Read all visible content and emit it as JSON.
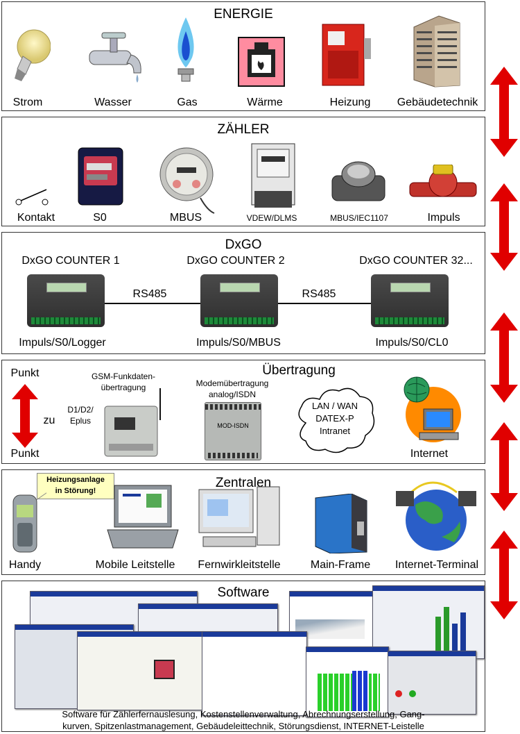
{
  "arrow_color": "#e00000",
  "energie": {
    "title": "ENERGIE",
    "items": [
      "Strom",
      "Wasser",
      "Gas",
      "Wärme",
      "Heizung",
      "Gebäudetechnik"
    ]
  },
  "zaehler": {
    "title": "ZÄHLER",
    "items": [
      "Kontakt",
      "S0",
      "MBUS",
      "VDEW/DLMS",
      "MBUS/IEC1107",
      "Impuls"
    ]
  },
  "dxgo": {
    "title": "DxGO",
    "counters": [
      "DxGO COUNTER 1",
      "DxGO COUNTER 2",
      "DxGO COUNTER 32..."
    ],
    "links": [
      "RS485",
      "RS485"
    ],
    "interfaces": [
      "Impuls/S0/Logger",
      "Impuls/S0/MBUS",
      "Impuls/S0/CL0"
    ]
  },
  "uebertragung": {
    "title": "Übertragung",
    "punkt_top": "Punkt",
    "zu": "zu",
    "punkt_bottom": "Punkt",
    "gsm_line1": "GSM-Funkdaten-",
    "gsm_line2": "übertragung",
    "provider_line1": "D1/D2/",
    "provider_line2": "Eplus",
    "modem_line1": "Modemübertragung",
    "modem_line2": "analog/ISDN",
    "cloud_line1": "LAN / WAN",
    "cloud_line2": "DATEX-P",
    "cloud_line3": "Intranet",
    "internet": "Internet",
    "modem_device_label": "MOD-ISDN"
  },
  "zentralen": {
    "title": "Zentralen",
    "callout_line1": "Heizungsanlage",
    "callout_line2": "in Störung!",
    "items": [
      "Handy",
      "Mobile Leitstelle",
      "Fernwirkleitstelle",
      "Main-Frame",
      "Internet-Terminal"
    ]
  },
  "software": {
    "title": "Software",
    "description_line1": "Software für Zählerfernauslesung, Kostenstellenverwaltung, Abrechnungserstellung, Gang-",
    "description_line2": "kurven, Spitzenlastmanagement, Gebäudeleittechnik, Störungsdienst, INTERNET-Leistelle"
  }
}
